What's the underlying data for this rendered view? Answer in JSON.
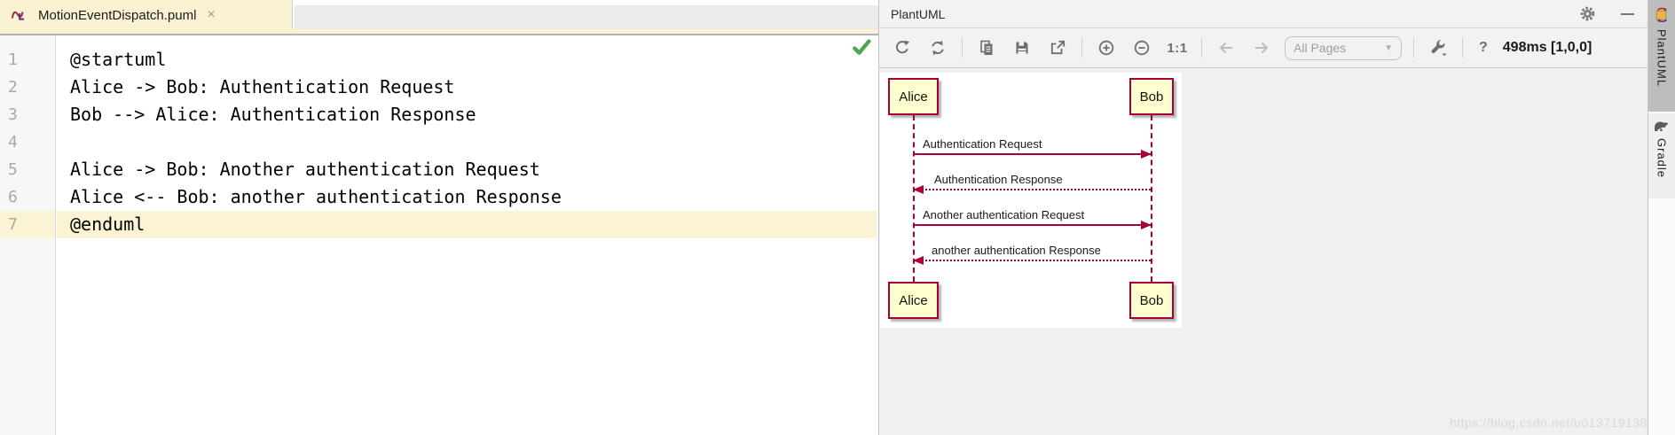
{
  "editor_tab": {
    "title": "MotionEventDispatch.puml",
    "close_glyph": "×"
  },
  "editor": {
    "lines": [
      {
        "num": "1",
        "code": "@startuml"
      },
      {
        "num": "2",
        "code": "Alice -> Bob: Authentication Request"
      },
      {
        "num": "3",
        "code": "Bob --> Alice: Authentication Response"
      },
      {
        "num": "4",
        "code": ""
      },
      {
        "num": "5",
        "code": "Alice -> Bob: Another authentication Request"
      },
      {
        "num": "6",
        "code": "Alice <-- Bob: another authentication Response"
      },
      {
        "num": "7",
        "code": "@enduml"
      }
    ],
    "current_line": 7
  },
  "panel": {
    "title": "PlantUML",
    "toolbar": {
      "pages_value": "All Pages",
      "caret_glyph": "▼",
      "actual_size_label": "1:1",
      "help_label": "?",
      "status": "498ms [1,0,0]"
    }
  },
  "diagram": {
    "type": "plantuml-sequence",
    "participants": [
      "Alice",
      "Bob"
    ],
    "messages": [
      {
        "from": "Alice",
        "to": "Bob",
        "label": "Authentication Request",
        "style": "solid"
      },
      {
        "from": "Bob",
        "to": "Alice",
        "label": "Authentication Response",
        "style": "dashed"
      },
      {
        "from": "Alice",
        "to": "Bob",
        "label": "Another authentication Request",
        "style": "solid"
      },
      {
        "from": "Bob",
        "to": "Alice",
        "label": "another authentication Response",
        "style": "dashed"
      }
    ],
    "colors": {
      "border": "#A80036",
      "fill": "#FEFECE"
    }
  },
  "right_strip": {
    "tabs": [
      "PlantUML",
      "Gradle"
    ]
  },
  "watermark": "https://blog.csdn.net/u013719138",
  "colors": {
    "active_tab_bg": "#FAF2D3",
    "current_line_bg": "#FAF3D4",
    "check_green": "#4FA651",
    "toolbar_icon": "#6E6E6E"
  },
  "icons": {
    "tab_file": "plantuml-file-icon",
    "toolbar": [
      "refresh-icon",
      "reload-icon",
      "copy-icon",
      "save-icon",
      "export-icon",
      "zoom-in-icon",
      "zoom-out-icon",
      "actual-size-label",
      "back-icon",
      "forward-icon",
      "pages-dropdown",
      "wrench-icon",
      "help-label"
    ],
    "header": [
      "gear-icon",
      "minimize-icon"
    ],
    "strip": [
      "plantuml-plugin-icon",
      "gradle-elephant-icon"
    ]
  }
}
